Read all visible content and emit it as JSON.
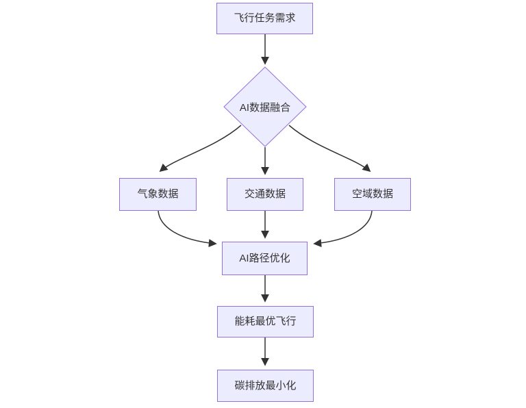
{
  "diagram": {
    "type": "flowchart",
    "direction": "top-down",
    "nodes": [
      {
        "id": "flight-mission",
        "label": "飞行任务需求",
        "shape": "rect"
      },
      {
        "id": "ai-data-fusion",
        "label": "AI数据融合",
        "shape": "diamond"
      },
      {
        "id": "weather-data",
        "label": "气象数据",
        "shape": "rect"
      },
      {
        "id": "traffic-data",
        "label": "交通数据",
        "shape": "rect"
      },
      {
        "id": "airspace-data",
        "label": "空域数据",
        "shape": "rect"
      },
      {
        "id": "ai-path-optimization",
        "label": "AI路径优化",
        "shape": "rect"
      },
      {
        "id": "energy-optimal-flight",
        "label": "能耗最优飞行",
        "shape": "rect"
      },
      {
        "id": "carbon-emission-minimization",
        "label": "碳排放最小化",
        "shape": "rect"
      }
    ],
    "edges": [
      {
        "from": "flight-mission",
        "to": "ai-data-fusion"
      },
      {
        "from": "ai-data-fusion",
        "to": "weather-data"
      },
      {
        "from": "ai-data-fusion",
        "to": "traffic-data"
      },
      {
        "from": "ai-data-fusion",
        "to": "airspace-data"
      },
      {
        "from": "weather-data",
        "to": "ai-path-optimization"
      },
      {
        "from": "traffic-data",
        "to": "ai-path-optimization"
      },
      {
        "from": "airspace-data",
        "to": "ai-path-optimization"
      },
      {
        "from": "ai-path-optimization",
        "to": "energy-optimal-flight"
      },
      {
        "from": "energy-optimal-flight",
        "to": "carbon-emission-minimization"
      }
    ],
    "colors": {
      "node_fill": "#ECECFF",
      "node_border": "#9370DB",
      "edge": "#333333",
      "text": "#333333",
      "background": "#ffffff"
    }
  }
}
